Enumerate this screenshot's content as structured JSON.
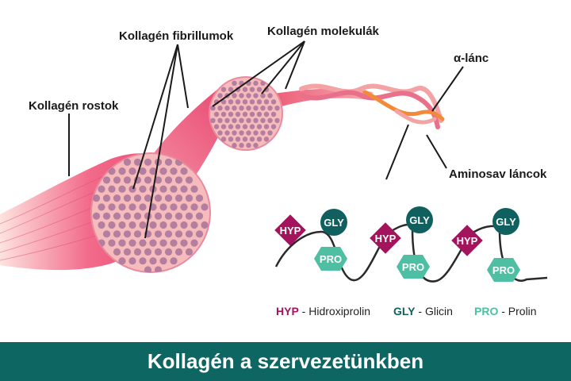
{
  "labels": {
    "fibers": "Kollagén rostok",
    "fibrils": "Kollagén fibrillumok",
    "molecules": "Kollagén molekulák",
    "alpha_chain": "α-lánc",
    "amino_chains": "Aminosav láncok"
  },
  "chips": {
    "hyp": "HYP",
    "gly": "GLY",
    "pro": "PRO"
  },
  "legend": {
    "hyp_abbr": "HYP",
    "hyp_name": " - Hidroxiprolin",
    "gly_abbr": "GLY",
    "gly_name": " - Glicin",
    "pro_abbr": "PRO",
    "pro_name": " - Prolin"
  },
  "footer": {
    "title": "Kollagén a szervezetünkben"
  },
  "colors": {
    "hyp": "#a3145c",
    "gly": "#10605f",
    "pro": "#4fbfa4",
    "footer_bg": "#0e6663",
    "fiber": "#f0507a",
    "section": "#f6b8b8",
    "dots": "#a7739a"
  }
}
